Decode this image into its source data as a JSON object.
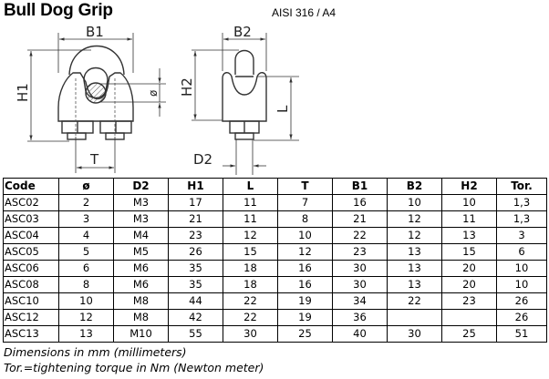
{
  "title": "Bull Dog Grip",
  "material": "AISI 316 / A4",
  "drawing": {
    "front_view_labels": {
      "width": "B1",
      "height": "H1",
      "diameter": "ø",
      "bolt_spacing": "T"
    },
    "side_view_labels": {
      "width": "B2",
      "height": "H2",
      "length": "L",
      "thread": "D2"
    }
  },
  "table": {
    "headers": [
      "Code",
      "ø",
      "D2",
      "H1",
      "L",
      "T",
      "B1",
      "B2",
      "H2",
      "Tor."
    ],
    "rows": [
      [
        "ASC02",
        "2",
        "M3",
        "17",
        "11",
        "7",
        "16",
        "10",
        "10",
        "1,3"
      ],
      [
        "ASC03",
        "3",
        "M3",
        "21",
        "11",
        "8",
        "21",
        "12",
        "11",
        "1,3"
      ],
      [
        "ASC04",
        "4",
        "M4",
        "23",
        "12",
        "10",
        "22",
        "12",
        "13",
        "3"
      ],
      [
        "ASC05",
        "5",
        "M5",
        "26",
        "15",
        "12",
        "23",
        "13",
        "15",
        "6"
      ],
      [
        "ASC06",
        "6",
        "M6",
        "35",
        "18",
        "16",
        "30",
        "13",
        "20",
        "10"
      ],
      [
        "ASC08",
        "8",
        "M6",
        "35",
        "18",
        "16",
        "30",
        "13",
        "20",
        "10"
      ],
      [
        "ASC10",
        "10",
        "M8",
        "44",
        "22",
        "19",
        "34",
        "22",
        "23",
        "26"
      ],
      [
        "ASC12",
        "12",
        "M8",
        "42",
        "22",
        "19",
        "36",
        "",
        "",
        "26"
      ],
      [
        "ASC13",
        "13",
        "M10",
        "55",
        "30",
        "25",
        "40",
        "30",
        "25",
        "51"
      ]
    ]
  },
  "notes": [
    "Dimensions in mm (millimeters)",
    "Tor.=tightening torque in Nm (Newton meter)"
  ]
}
